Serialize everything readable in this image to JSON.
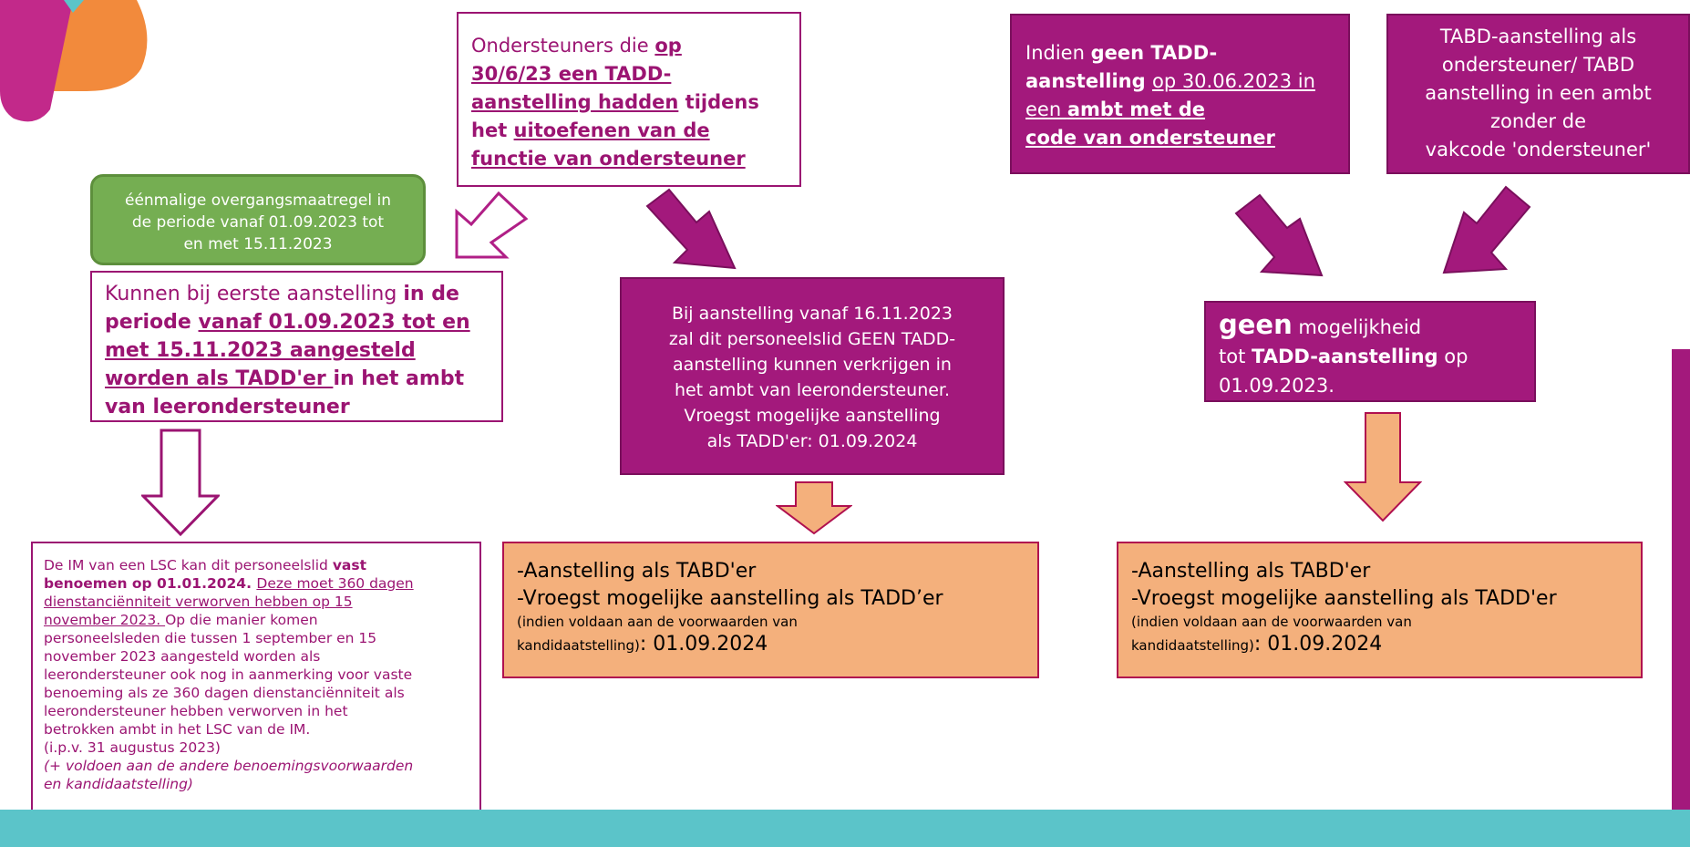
{
  "colors": {
    "magenta": "#a3197c",
    "orange": "#f4b07c",
    "green": "#75ae52",
    "teal": "#5bc4c9",
    "white": "#ffffff"
  },
  "box_top_center": {
    "line1": "Ondersteuners die ",
    "line1_bold_ul": "op",
    "line2_bold_ul": "30/6/23 een TADD-",
    "line3_bold_ul": "aanstelling hadden",
    "line3_bold": " tijdens",
    "line4_bold": "het ",
    "line4_bold_ul": "uitoefenen van de",
    "line5_bold_ul": "functie van ondersteuner"
  },
  "box_green": {
    "line1": "éénmalige overgangsmaatregel in",
    "line2": "de periode vanaf 01.09.2023 tot",
    "line3": "en met 15.11.2023"
  },
  "box_left_white": {
    "line1": "Kunnen bij eerste aanstelling ",
    "line1_bold": "in de",
    "line2_bold": "periode ",
    "line2_bold_ul": "vanaf 01.09.2023 tot en",
    "line3_bold_ul": "met 15.11.2023 aangesteld",
    "line4_bold_ul": "worden als TADD'er ",
    "line4_bold": "in het ambt",
    "line5_bold": "van leerondersteuner"
  },
  "box_center_magenta": {
    "line1": "Bij aanstelling vanaf 16.11.2023",
    "line2": "zal dit personeelslid GEEN TADD-",
    "line3": "aanstelling kunnen verkrijgen in",
    "line4": "het ambt van leerondersteuner.",
    "line5": "Vroegst mogelijke aanstelling",
    "line6": "als TADD'er: 01.09.2024"
  },
  "box_right_magenta1": {
    "line1": "Indien ",
    "line1_bold": "geen TADD-",
    "line2_bold": "aanstelling ",
    "line2_ul": "op 30.06.2023 in",
    "line3_ul": "een ",
    "line3_bold_ul": "ambt met de",
    "line4_bold_ul": "code van ondersteuner"
  },
  "box_right_magenta2": {
    "line1": "TABD-aanstelling als",
    "line2": "ondersteuner/ TABD",
    "line3": "aanstelling in een ambt",
    "line4": "zonder de",
    "line5": "vakcode 'ondersteuner'"
  },
  "box_right_magenta3": {
    "line1_big": "geen",
    "line1": " mogelijkheid",
    "line2": "tot ",
    "line2_bold": "TADD-aanstelling",
    "line2_tail": " op",
    "line3": "01.09.2023."
  },
  "box_orange_center": {
    "line1": "-Aanstelling als TABD'er",
    "line2": "-Vroegst mogelijke aanstelling als TADD’er",
    "line3_small": "(indien voldaan aan de voorwaarden van",
    "line4_small": "kandidaatstelling)",
    "line4_tail": ": 01.09.2024"
  },
  "box_orange_right": {
    "line1": "-Aanstelling als TABD'er",
    "line2": "-Vroegst mogelijke aanstelling als TADD'er",
    "line3_small": "(indien voldaan aan de voorwaarden van",
    "line4_small": "kandidaatstelling)",
    "line4_tail": ": 01.09.2024"
  },
  "box_bottom_left": {
    "l1": "De IM van een LSC kan dit personeelslid ",
    "l1_bold": "vast",
    "l2_bold": "benoemen op 01.01.2024. ",
    "l2_ul": "Deze moet 360 dagen",
    "l3_ul": "dienstanciënniteit verworven hebben op 15",
    "l4_ul": "november 2023. ",
    "l4": "Op die manier komen",
    "l5": "personeelsleden die tussen 1 september en 15",
    "l6": "november 2023 aangesteld worden als",
    "l7": "leerondersteuner ook nog in aanmerking voor vaste",
    "l8": "benoeming als ze 360 dagen dienstanciënniteit als",
    "l9": "leerondersteuner hebben verworven in het",
    "l10": "betrokken ambt in het LSC van de IM.",
    "l11": "(i.p.v. 31 augustus 2023)",
    "l12_italic": "(+ voldoen aan de andere benoemingsvoorwaarden",
    "l13_italic": "en kandidaatstelling)"
  }
}
